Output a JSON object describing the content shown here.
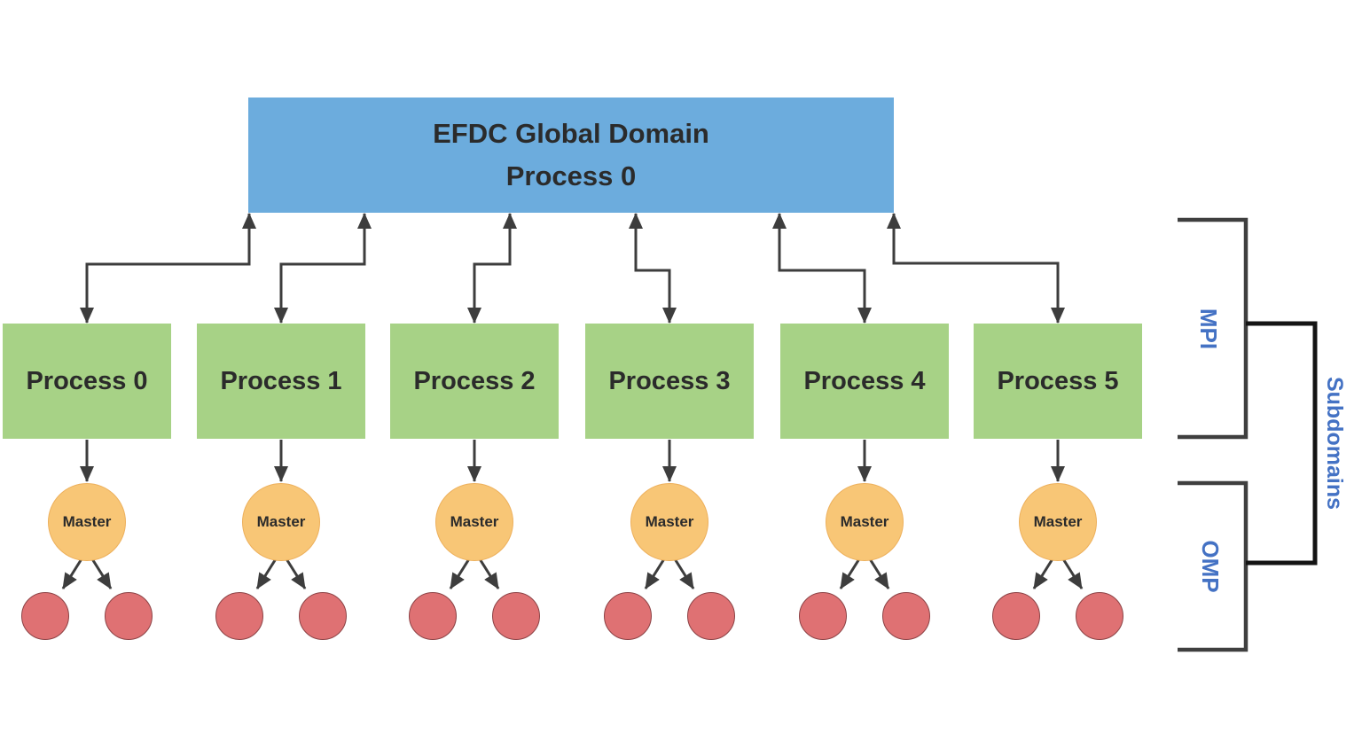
{
  "diagram": {
    "global_box": {
      "line1": "EFDC Global Domain",
      "line2": "Process 0"
    },
    "processes": [
      {
        "label": "Process 0"
      },
      {
        "label": "Process 1"
      },
      {
        "label": "Process 2"
      },
      {
        "label": "Process 3"
      },
      {
        "label": "Process 4"
      },
      {
        "label": "Process 5"
      }
    ],
    "master_label": "Master",
    "workers_per_master": 2,
    "annotations": {
      "mpi": "MPI",
      "omp": "OMP",
      "subdomains": "Subdomains"
    },
    "colors": {
      "root_box": "#6cacdd",
      "process_box": "#a7d286",
      "master_circle": "#f8c676",
      "master_border": "#edb05c",
      "worker_circle": "#df7173",
      "worker_border": "#8c4346",
      "connector": "#3d3d3d",
      "bracket": "#3f3f3f",
      "bracket_subdomains": "#141414",
      "annotation_text": "#4472c4",
      "label_text": "#2b2b2b"
    }
  }
}
